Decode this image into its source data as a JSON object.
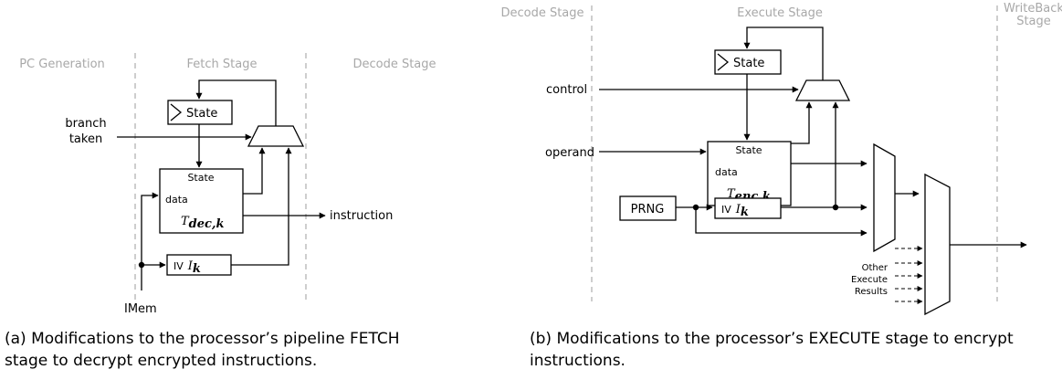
{
  "panel_a": {
    "stages": {
      "pc_generation": "PC Generation",
      "fetch": "Fetch Stage",
      "decode": "Decode Stage"
    },
    "inputs": {
      "branch_line1": "branch",
      "branch_line2": "taken",
      "imem": "IMem"
    },
    "output": "instruction",
    "state_reg_label": "State",
    "block": {
      "state": "State",
      "data": "data",
      "transform_main": "T",
      "transform_sub": "dec,k"
    },
    "iv": {
      "label": "IV",
      "symbol": "I",
      "sub": "k"
    },
    "caption_line1": "(a) Modifications to the processor’s pipeline FETCH",
    "caption_line2": "stage to decrypt encrypted instructions."
  },
  "panel_b": {
    "stages": {
      "decode": "Decode Stage",
      "execute": "Execute Stage",
      "writeback_line1": "WriteBack",
      "writeback_line2": "Stage"
    },
    "inputs": {
      "control": "control",
      "operand": "operand"
    },
    "prng": "PRNG",
    "state_reg_label": "State",
    "block": {
      "state": "State",
      "data": "data",
      "transform_main": "T",
      "transform_sub": "enc,k"
    },
    "iv": {
      "label": "IV",
      "symbol": "I",
      "sub": "k"
    },
    "other_results": [
      "Other",
      "Execute",
      "Results"
    ],
    "caption_line1": "(b) Modifications to the processor’s EXECUTE stage to encrypt",
    "caption_line2": "instructions."
  }
}
